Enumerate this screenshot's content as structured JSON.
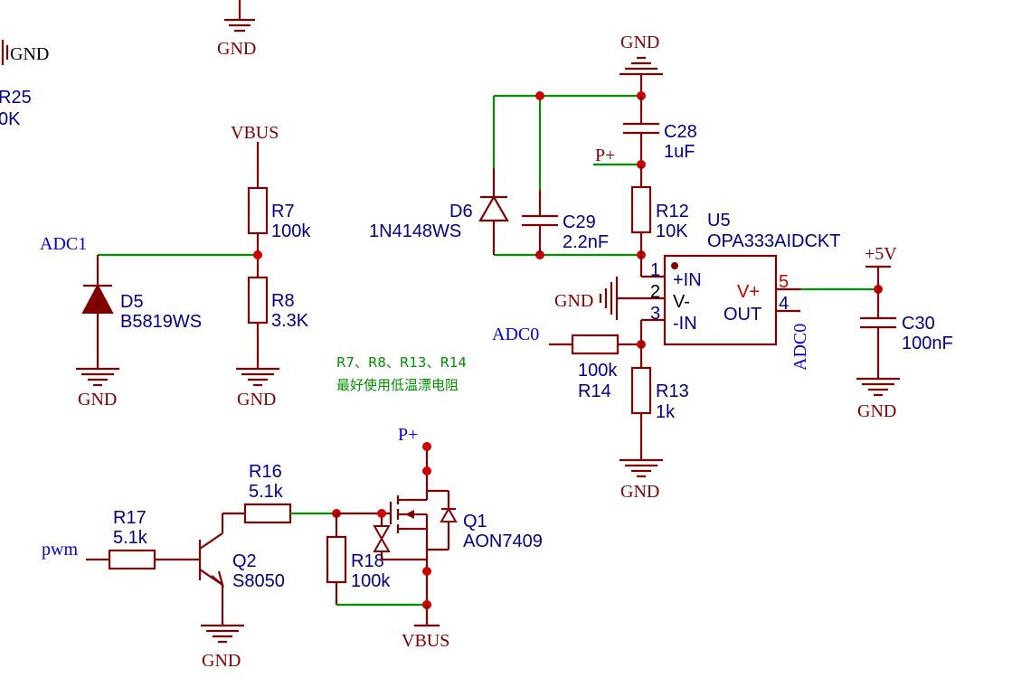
{
  "nets": {
    "gnd_label": "GND",
    "vbus_label": "VBUS",
    "pplus_label": "P+",
    "v5_label": "+5V",
    "adc0_label": "ADC0",
    "adc1_label": "ADC1",
    "pwm_label": "pwm"
  },
  "components": {
    "r25": {
      "ref": "R25",
      "value": "0K"
    },
    "r7": {
      "ref": "R7",
      "value": "100k"
    },
    "r8": {
      "ref": "R8",
      "value": "3.3K"
    },
    "d5": {
      "ref": "D5",
      "value": "B5819WS"
    },
    "d6": {
      "ref": "D6",
      "value": "1N4148WS"
    },
    "c28": {
      "ref": "C28",
      "value": "1uF"
    },
    "c29": {
      "ref": "C29",
      "value": "2.2nF"
    },
    "r12": {
      "ref": "R12",
      "value": "10K"
    },
    "u5": {
      "ref": "U5",
      "value": "OPA333AIDCKT"
    },
    "r13": {
      "ref": "R13",
      "value": "1k"
    },
    "r14": {
      "ref": "R14",
      "value": "100k"
    },
    "c30": {
      "ref": "C30",
      "value": "100nF"
    },
    "r16": {
      "ref": "R16",
      "value": "5.1k"
    },
    "r17": {
      "ref": "R17",
      "value": "5.1k"
    },
    "r18": {
      "ref": "R18",
      "value": "100k"
    },
    "q1": {
      "ref": "Q1",
      "value": "AON7409"
    },
    "q2": {
      "ref": "Q2",
      "value": "S8050"
    }
  },
  "opamp_pins": {
    "p1": "1",
    "p2": "2",
    "p3": "3",
    "p4": "4",
    "p5": "5",
    "in_plus": "+IN",
    "vminus": "V-",
    "in_minus": "-IN",
    "vplus": "V+",
    "out": "OUT"
  },
  "note": {
    "line1": "R7、R8、R13、R14",
    "line2": "最好使用低温漂电阻"
  },
  "colors": {
    "wire": "#009000",
    "component": "#800000",
    "junction": "#cc0000",
    "label": "#000080",
    "pin_number": "#cc0000"
  }
}
